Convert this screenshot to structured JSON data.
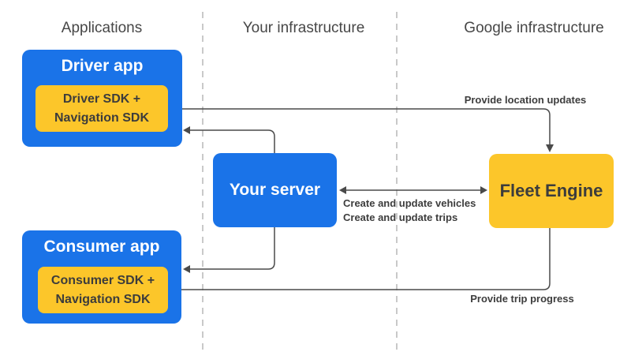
{
  "columns": {
    "applications": "Applications",
    "your_infrastructure": "Your infrastructure",
    "google_infrastructure": "Google infrastructure"
  },
  "nodes": {
    "driver_app": {
      "title": "Driver app",
      "sdk_line1": "Driver SDK +",
      "sdk_line2": "Navigation SDK"
    },
    "consumer_app": {
      "title": "Consumer app",
      "sdk_line1": "Consumer SDK +",
      "sdk_line2": "Navigation SDK"
    },
    "your_server": {
      "title": "Your server"
    },
    "fleet_engine": {
      "title": "Fleet Engine"
    }
  },
  "edges": {
    "provide_location_updates": {
      "label": "Provide location updates",
      "from": "driver_app_sdk",
      "to": "fleet_engine",
      "direction": "one-way"
    },
    "server_to_driver_app": {
      "label": "",
      "from": "your_server",
      "to": "driver_app",
      "direction": "one-way"
    },
    "create_update": {
      "label_line1": "Create and update vehicles",
      "label_line2": "Create and update trips",
      "from": "your_server",
      "to": "fleet_engine",
      "direction": "two-way"
    },
    "server_to_consumer_app": {
      "label": "",
      "from": "your_server",
      "to": "consumer_app",
      "direction": "one-way"
    },
    "provide_trip_progress": {
      "label": "Provide trip progress",
      "from": "fleet_engine",
      "to": "consumer_app_sdk",
      "direction": "one-way"
    }
  },
  "colors": {
    "blue": "#1A73E8",
    "yellow": "#FCC62A",
    "line": "#4A4A4A",
    "divider": "#C9C9C9",
    "dark_text": "#3C3C3C",
    "header_text": "#474747",
    "white_text": "#FFFFFF"
  }
}
